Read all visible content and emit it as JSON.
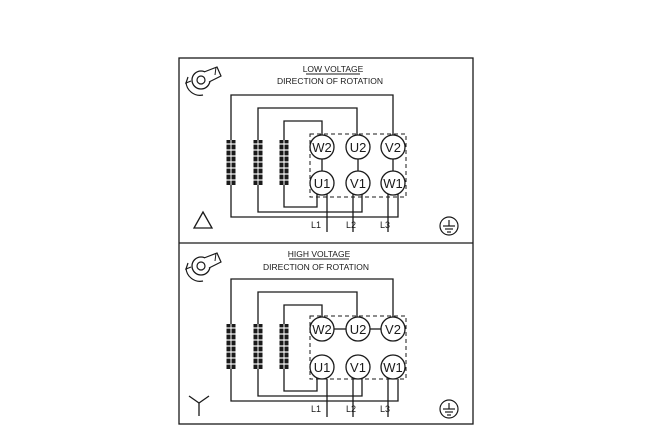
{
  "panels": [
    {
      "title_line1": "LOW VOLTAGE",
      "title_line2": "DIRECTION OF ROTATION",
      "terminals_top": [
        "W2",
        "U2",
        "V2"
      ],
      "terminals_bottom": [
        "U1",
        "V1",
        "W1"
      ],
      "lines": [
        "L1",
        "L2",
        "L3"
      ],
      "connection_symbol": "delta-symbol"
    },
    {
      "title_line1": "HIGH VOLTAGE",
      "title_line2": "DIRECTION OF ROTATION",
      "terminals_top": [
        "W2",
        "U2",
        "V2"
      ],
      "terminals_bottom": [
        "U1",
        "V1",
        "W1"
      ],
      "lines": [
        "L1",
        "L2",
        "L3"
      ],
      "connection_symbol": "star-symbol"
    }
  ]
}
